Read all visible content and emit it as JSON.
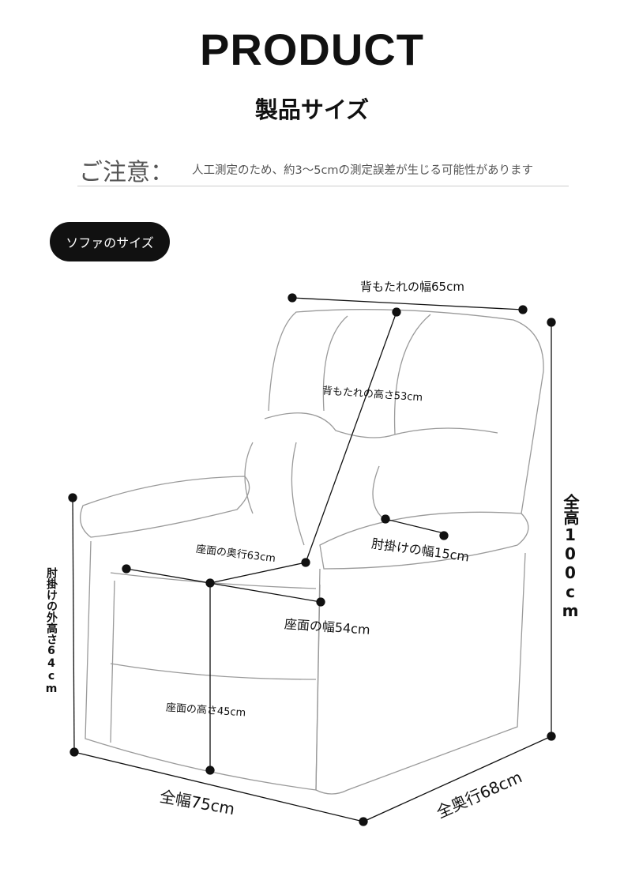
{
  "header": {
    "title": "PRODUCT",
    "subtitle": "製品サイズ"
  },
  "note": {
    "heading": "ご注意：",
    "text": "人工測定のため、約3〜5cmの測定誤差が生じる可能性があります"
  },
  "section_label": "ソファのサイズ",
  "dimensions": {
    "back_width": "背もたれの幅65cm",
    "back_height": "背もたれの高さ53cm",
    "total_height": "全高100cm",
    "arm_width": "肘掛けの幅15cm",
    "seat_depth": "座面の奥行63cm",
    "seat_width": "座面の幅54cm",
    "arm_outer_height": "肘掛けの外高さ64cm",
    "seat_height": "座面の高さ45cm",
    "total_width": "全幅75cm",
    "total_depth": "全奥行68cm"
  },
  "colors": {
    "line": "#111111",
    "outline": "#9a9a9a"
  }
}
